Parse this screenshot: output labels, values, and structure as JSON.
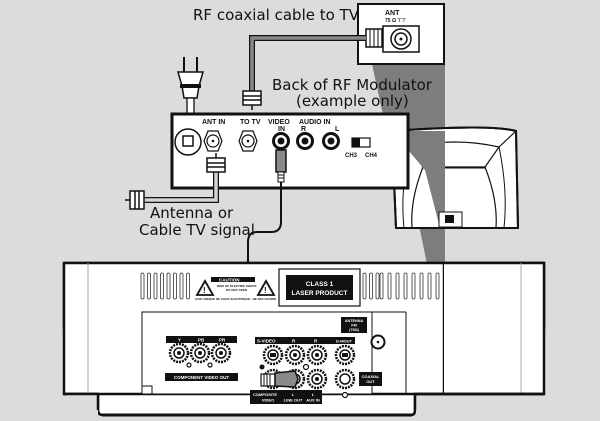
{
  "title": "RF Modulator connection diagram",
  "colors": {
    "background": "#dcdcdc",
    "cable_gray": "#8a8a8a",
    "shadow_gray": "#7d7d7d",
    "ink": "#111111",
    "panel_white": "#ffffff"
  },
  "labels": {
    "rf_cable": "RF coaxial cable to TV",
    "modulator_line1": "Back of RF Modulator",
    "modulator_line2": "(example only)",
    "antenna_line1": "Antenna or",
    "antenna_line2": "Cable TV signal"
  },
  "tv_jack": {
    "label": "ANT",
    "sublabel": "75 Ω ⊤⊤"
  },
  "modulator": {
    "ports": {
      "ant_in": "ANT IN",
      "to_tv": "TO TV",
      "video_in_line1": "VIDEO",
      "video_in_line2": "IN",
      "audio_in": "AUDIO  IN",
      "audio_r": "R",
      "audio_l": "L"
    },
    "switch": {
      "ch3": "CH3",
      "ch4": "CH4"
    }
  },
  "player": {
    "caution": {
      "title": "CAUTION",
      "line1": "RISK OF ELECTRIC SHOCK",
      "line2": "DO NOT OPEN",
      "line3": "AVIS: RISQUE DE CHOC ELECTRIQUE - NE PAS OUVRIR"
    },
    "laser": {
      "line1": "CLASS 1",
      "line2": "LASER PRODUCT"
    },
    "component": {
      "y": "Y",
      "pb": "PB",
      "pr": "PR",
      "caption": "COMPONENT VIDEO OUT"
    },
    "av": {
      "svideo": "S-VIDEO",
      "r1": "R",
      "r2": "R",
      "digital": "D-MOUT",
      "composite_line1": "COMPOSITE",
      "composite_line2": "VIDEO",
      "line_out_l": "L",
      "line_out": "LINE OUT",
      "aux_l": "L",
      "aux_in": "AUX IN",
      "antenna_line1": "ANTENNA",
      "antenna_line2": "FM",
      "antenna_line3": "(75Ω)",
      "coaxial_line1": "COAXIAL",
      "coaxial_line2": "OUT"
    }
  }
}
